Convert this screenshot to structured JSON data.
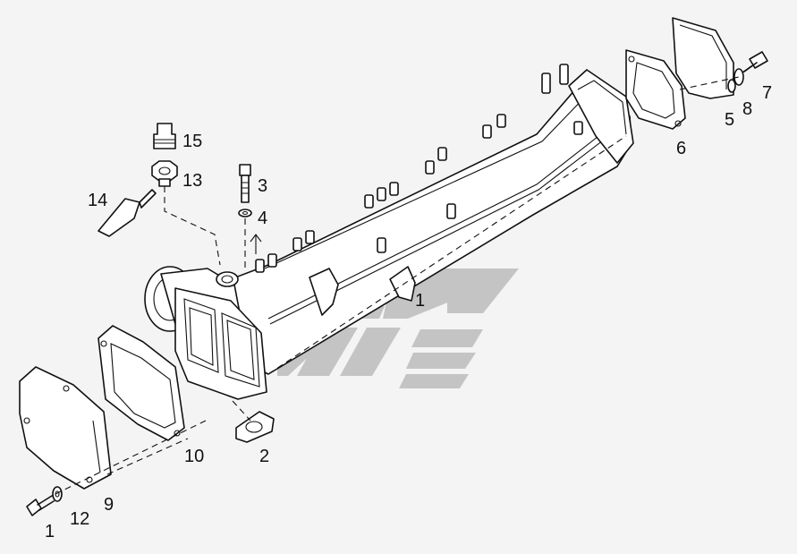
{
  "callouts": {
    "c15": "15",
    "c13": "13",
    "c14": "14",
    "c3": "3",
    "c4": "4",
    "c1_manifold": "1",
    "c6": "6",
    "c5": "5",
    "c8": "8",
    "c7": "7",
    "c10": "10",
    "c2": "2",
    "c9": "9",
    "c12": "12",
    "c1_bolt": "1"
  },
  "colors": {
    "background": "#f4f4f4",
    "line": "#111111",
    "watermark": "#c4c4c4"
  }
}
